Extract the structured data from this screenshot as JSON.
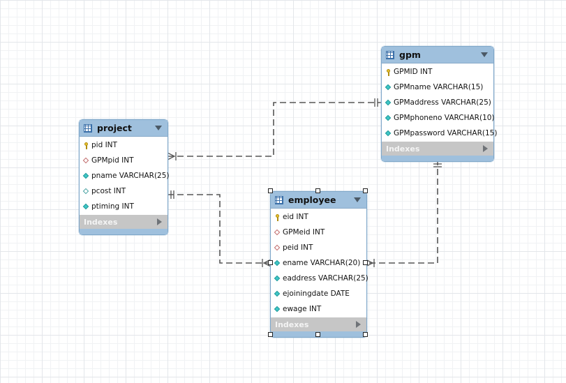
{
  "tables": {
    "gpm": {
      "name": "gpm",
      "columns": [
        {
          "label": "GPMID INT",
          "kind": "pk"
        },
        {
          "label": "GPMname VARCHAR(15)",
          "kind": "nn"
        },
        {
          "label": "GPMaddress VARCHAR(25)",
          "kind": "nn"
        },
        {
          "label": "GPMphoneno VARCHAR(10)",
          "kind": "nn"
        },
        {
          "label": "GPMpassword VARCHAR(15)",
          "kind": "nn"
        }
      ],
      "indexes_label": "Indexes"
    },
    "project": {
      "name": "project",
      "columns": [
        {
          "label": "pid INT",
          "kind": "pk"
        },
        {
          "label": "GPMpid INT",
          "kind": "fk"
        },
        {
          "label": "pname VARCHAR(25)",
          "kind": "nn"
        },
        {
          "label": "pcost INT",
          "kind": "plain"
        },
        {
          "label": "ptiming INT",
          "kind": "nn"
        }
      ],
      "indexes_label": "Indexes"
    },
    "employee": {
      "name": "employee",
      "columns": [
        {
          "label": "eid INT",
          "kind": "pk"
        },
        {
          "label": "GPMeid INT",
          "kind": "fk"
        },
        {
          "label": "peid INT",
          "kind": "fk"
        },
        {
          "label": "ename VARCHAR(20)",
          "kind": "nn"
        },
        {
          "label": "eaddress VARCHAR(25)",
          "kind": "nn"
        },
        {
          "label": "ejoiningdate DATE",
          "kind": "nn"
        },
        {
          "label": "ewage INT",
          "kind": "nn"
        }
      ],
      "indexes_label": "Indexes"
    }
  },
  "colors": {
    "header": "#9fc0dd",
    "border": "#7fa7c9",
    "indexes_bar": "#c6c6c6",
    "relationship_line": "#555555"
  }
}
